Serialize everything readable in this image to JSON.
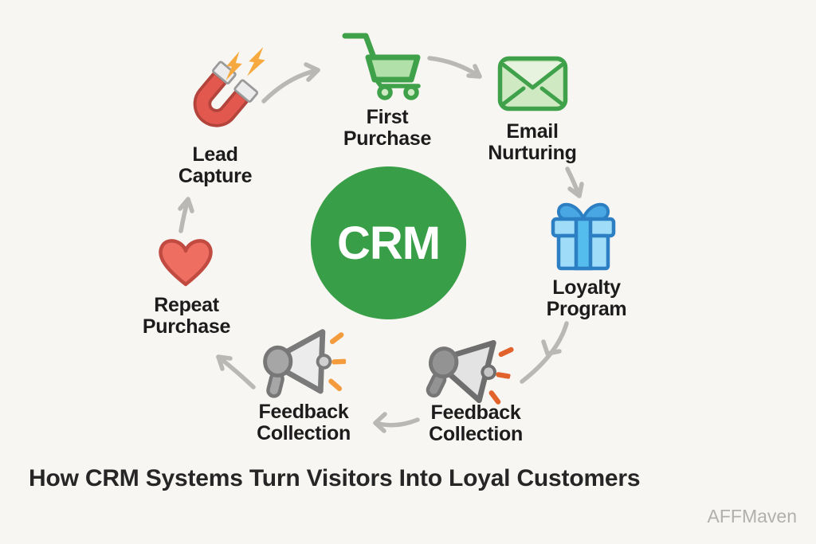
{
  "title": "How CRM Systems Turn Visitors Into Loyal Customers",
  "watermark": "AFFMaven",
  "center": {
    "label": "CRM"
  },
  "nodes": [
    {
      "id": "lead-capture",
      "line1": "Lead",
      "line2": "Capture",
      "icon": "magnet-icon"
    },
    {
      "id": "first-purchase",
      "line1": "First",
      "line2": "Purchase",
      "icon": "cart-icon"
    },
    {
      "id": "email-nurturing",
      "line1": "Email",
      "line2": "Nurturing",
      "icon": "envelope-icon"
    },
    {
      "id": "loyalty-program",
      "line1": "Loyalty",
      "line2": "Program",
      "icon": "gift-icon"
    },
    {
      "id": "feedback-collection-right",
      "line1": "Feedback",
      "line2": "Collection",
      "icon": "megaphone-icon"
    },
    {
      "id": "feedback-collection-left",
      "line1": "Feedback",
      "line2": "Collection",
      "icon": "megaphone-icon"
    },
    {
      "id": "repeat-purchase",
      "line1": "Repeat",
      "line2": "Purchase",
      "icon": "heart-icon"
    }
  ],
  "colors": {
    "background": "#f8f6f2",
    "crm_green": "#389e47",
    "icon_green": "#3fa14a",
    "icon_green_light": "#b2e0a9",
    "wheel_green_light": "#cdeac3",
    "envelope_fill": "#cfe9c2",
    "envelope_flap": "#e7f3de",
    "magnet_red": "#e2584e",
    "magnet_red_dark": "#b2443c",
    "magnet_tip": "#ececec",
    "heart_red": "#ee6e62",
    "heart_red_dark": "#c14a41",
    "gift_blue_light": "#9edcf7",
    "gift_blue": "#54bdee",
    "gift_bow_blue": "#49a7e3",
    "gift_blue_dark": "#2b7fc2",
    "lightning_orange": "#f6a93f",
    "sound_orange": "#f49b3e",
    "sound_orange_dark": "#e2622b",
    "megaphone_gray": "#a6a6a6",
    "megaphone_gray_dark": "#939393",
    "megaphone_light": "#ececec",
    "megaphone_stroke": "#777777",
    "arrow_gray": "#bab8b5",
    "text_dark": "#1c1c1c",
    "watermark_gray": "#b2b0ad"
  }
}
